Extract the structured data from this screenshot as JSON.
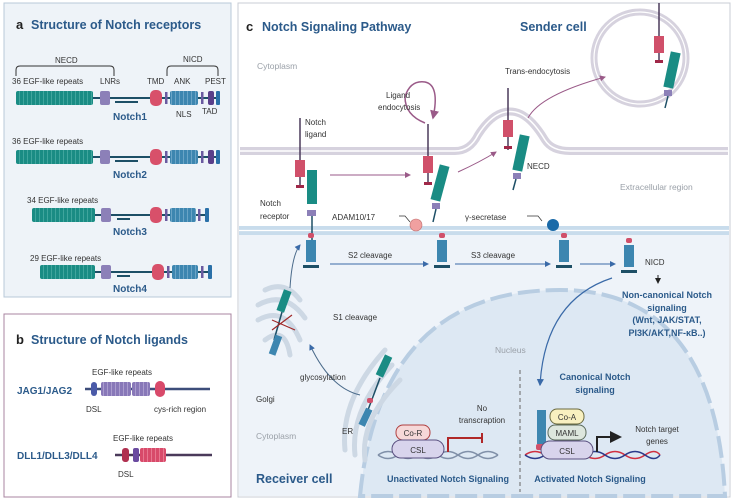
{
  "panel_a": {
    "letter": "a",
    "title": "Structure of Notch receptors",
    "necd": "NECD",
    "nicd": "NICD",
    "lnrs": "LNRs",
    "tmd": "TMD",
    "ank": "ANK",
    "pest": "PEST",
    "nls": "NLS",
    "tad": "TAD",
    "receptors": [
      {
        "name": "Notch1",
        "repeats": "36 EGF-like repeats"
      },
      {
        "name": "Notch2",
        "repeats": "36 EGF-like repeats"
      },
      {
        "name": "Notch3",
        "repeats": "34 EGF-like repeats"
      },
      {
        "name": "Notch4",
        "repeats": "29 EGF-like repeats"
      }
    ]
  },
  "panel_b": {
    "letter": "b",
    "title": "Structure of Notch ligands",
    "ligands": [
      {
        "name": "JAG1/JAG2",
        "repeats": "EGF-like repeats",
        "dsl": "DSL",
        "cys": "cys-rich region"
      },
      {
        "name": "DLL1/DLL3/DLL4",
        "repeats": "EGF-like repeats",
        "dsl": "DSL"
      }
    ]
  },
  "panel_c": {
    "letter": "c",
    "title": "Notch Signaling Pathway",
    "sender_cell": "Sender cell",
    "cytoplasm_top": "Cytoplasm",
    "trans_endocytosis": "Trans-endocytosis",
    "ligand_endocytosis": [
      "Ligand",
      "endocytosis"
    ],
    "notch_ligand": [
      "Notch",
      "ligand"
    ],
    "necd": "NECD",
    "extracellular": "Extracellular region",
    "notch_receptor": [
      "Notch",
      "receptor"
    ],
    "adam": "ADAM10/17",
    "gamma_secretase": "γ-secretase",
    "s2": "S2 cleavage",
    "s3": "S3 cleavage",
    "nicd": "NICD",
    "non_canonical": [
      "Non-canonical Notch",
      "signaling",
      "(Wnt, JAK/STAT,",
      "PI3K/AKT,NF-κB..)"
    ],
    "s1": "S1 cleavage",
    "glycosylation": "glycosylation",
    "golgi": "Golgi",
    "er": "ER",
    "cytoplasm_bottom": "Cytoplasm",
    "nucleus": "Nucleus",
    "canonical": [
      "Canonical Notch",
      "signaling"
    ],
    "no_transcription": [
      "No",
      "transcraption"
    ],
    "co_r": "Co-R",
    "csl": "CSL",
    "co_a": "Co-A",
    "maml": "MAML",
    "target_genes": [
      "Notch target",
      "genes"
    ],
    "receiver_cell": "Receiver cell",
    "unactivated": "Unactivated Notch Signaling",
    "activated": "Activated Notch Signaling"
  },
  "colors": {
    "title_blue": "#2b5a8a",
    "egf_teal": "#1a8c84",
    "lnr_purple": "#8c80b8",
    "tmd_red": "#d8506a",
    "ank_blue": "#3d86b0",
    "ligand_purple": "#8c6cb0",
    "membrane_blue": "#c8dcec",
    "membrane_purple": "#d8d4e0"
  }
}
